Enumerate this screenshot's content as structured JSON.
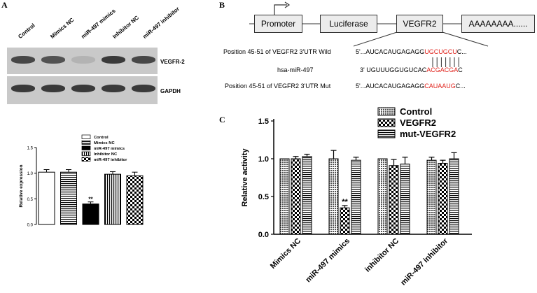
{
  "panel_a": {
    "letter": "A",
    "blot": {
      "lanes": [
        "Control",
        "Mimics NC",
        "miR-497 mimics",
        "Inhibitor NC",
        "miR-497 inhibitor"
      ],
      "band_labels": [
        "VEGFR-2",
        "GAPDH"
      ],
      "vegfr2_band_intensity": [
        0.85,
        0.8,
        0.25,
        0.9,
        0.85
      ],
      "gapdh_band_intensity": [
        0.9,
        0.9,
        0.9,
        0.9,
        0.9
      ]
    }
  },
  "panel_b": {
    "letter": "B",
    "construct": [
      "Promoter",
      "Luciferase",
      "VEGFR2",
      "AAAAAAAA......"
    ],
    "sequences": [
      {
        "label": "Position 45-51 of VEGFR2 3'UTR Wild",
        "prefix": "5'...AUCACAUGAGAGG",
        "highlight": "UGCUGCU",
        "suffix": "C..."
      },
      {
        "label": "hsa-miR-497",
        "prefix": "3' UGUUUGGUGUCAC",
        "highlight": "ACGACGA",
        "suffix": "C"
      },
      {
        "label": "Position 45-51 of VEGFR2 3'UTR Mut",
        "prefix": "5'...AUCACAUGAGAGG",
        "highlight": "CAUAAUG",
        "suffix": "C..."
      }
    ]
  },
  "panel_c": {
    "letter": "C"
  },
  "colors": {
    "highlight": "#e0231c"
  },
  "chart_data": [
    {
      "type": "bar",
      "categories": [
        "Control",
        "Mimics NC",
        "miR-497 mimics",
        "Inhibitor NC",
        "miR-497 inhibitor"
      ],
      "values": [
        1.02,
        1.02,
        0.4,
        0.98,
        0.95
      ],
      "errors": [
        0.05,
        0.05,
        0.04,
        0.05,
        0.07
      ],
      "significance": [
        "",
        "",
        "**",
        "",
        ""
      ],
      "legend": [
        "Control",
        "Mimics  NC",
        "miR-497 mimics",
        "Inhibitor NC",
        "miR-497 inhibitor"
      ],
      "ylabel": "Relative expression",
      "ylim": [
        0,
        1.5
      ],
      "yticks": [
        "0.0",
        "0.5",
        "1.0",
        "1.5"
      ]
    },
    {
      "type": "bar",
      "categories": [
        "Mimics NC",
        "miR-497 mimics",
        "inhibitor NC",
        "miR-497 inhibitor"
      ],
      "series": [
        {
          "name": "Control",
          "values": [
            1.0,
            1.0,
            1.0,
            0.98
          ],
          "errors": [
            0.0,
            0.11,
            0.0,
            0.04
          ]
        },
        {
          "name": "VEGFR2",
          "values": [
            1.0,
            0.35,
            0.91,
            0.94
          ],
          "errors": [
            0.03,
            0.03,
            0.08,
            0.04
          ]
        },
        {
          "name": "mut-VEGFR2",
          "values": [
            1.03,
            0.98,
            0.93,
            1.0
          ],
          "errors": [
            0.03,
            0.04,
            0.09,
            0.08
          ]
        }
      ],
      "significance": [
        "",
        "**",
        "",
        ""
      ],
      "ylabel": "Relative activity",
      "ylim": [
        0,
        1.5
      ],
      "yticks": [
        "0.0",
        "0.5",
        "1.0",
        "1.5"
      ],
      "legend_position": "top-right"
    }
  ]
}
